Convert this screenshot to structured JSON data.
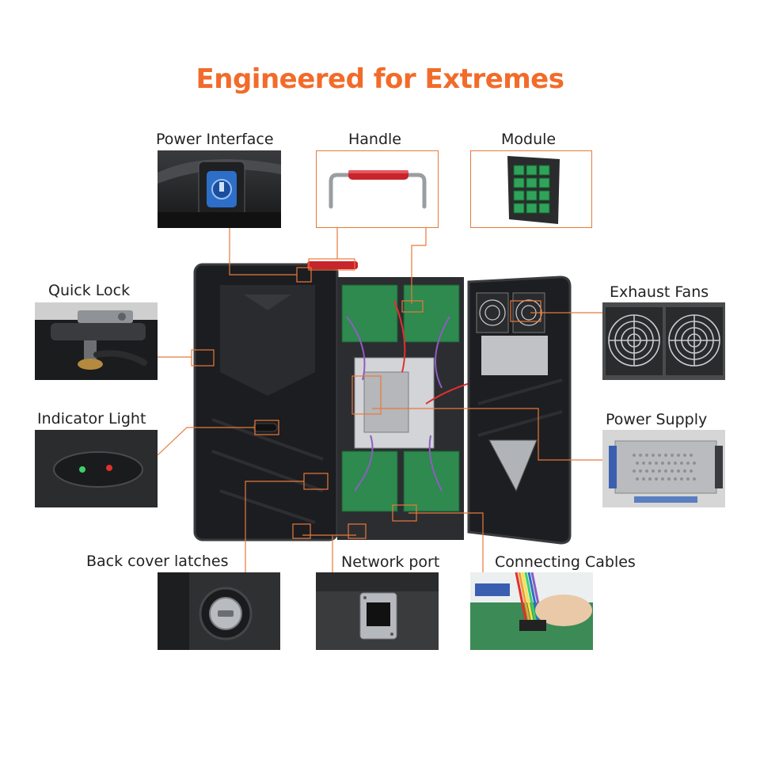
{
  "title": "Engineered for Extremes",
  "colors": {
    "accent": "#f26b2a",
    "leader": "#e8793a",
    "cabinet": "#1c1d20"
  },
  "callouts": {
    "power_interface": "Power Interface",
    "handle": "Handle",
    "module": "Module",
    "quick_lock": "Quick Lock",
    "exhaust_fans": "Exhaust Fans",
    "indicator_light": "Indicator Light",
    "power_supply": "Power Supply",
    "back_cover_latches": "Back cover latches",
    "network_port": "Network port",
    "connecting_cables": "Connecting Cables"
  }
}
